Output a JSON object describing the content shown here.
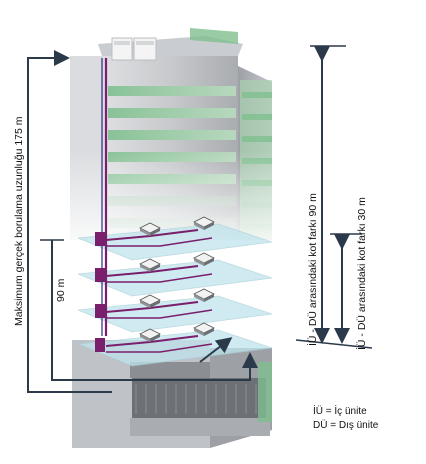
{
  "labels": {
    "max_piping": "Maksimum gerçek borulama uzunluğu 175 m",
    "iu_du_90": "İÜ - DÜ arasındaki kot farkı 90 m",
    "iu_du_30": "İÜ - DÜ arasındaki kot farkı 30 m",
    "vertical_90": "90 m"
  },
  "legend": {
    "iu": "İÜ = İç ünite",
    "du": "DÜ = Dış ünite"
  },
  "colors": {
    "pipe": "#7a1f6b",
    "pipe_secondary": "#2d2a8c",
    "arrow": "#2b3a4a",
    "floor_plate": "#bfe3ec"
  },
  "icons": {
    "indoor_unit": "ceiling-cassette-icon",
    "outdoor_unit": "outdoor-condenser-icon",
    "branch": "refnet-joint-icon"
  }
}
